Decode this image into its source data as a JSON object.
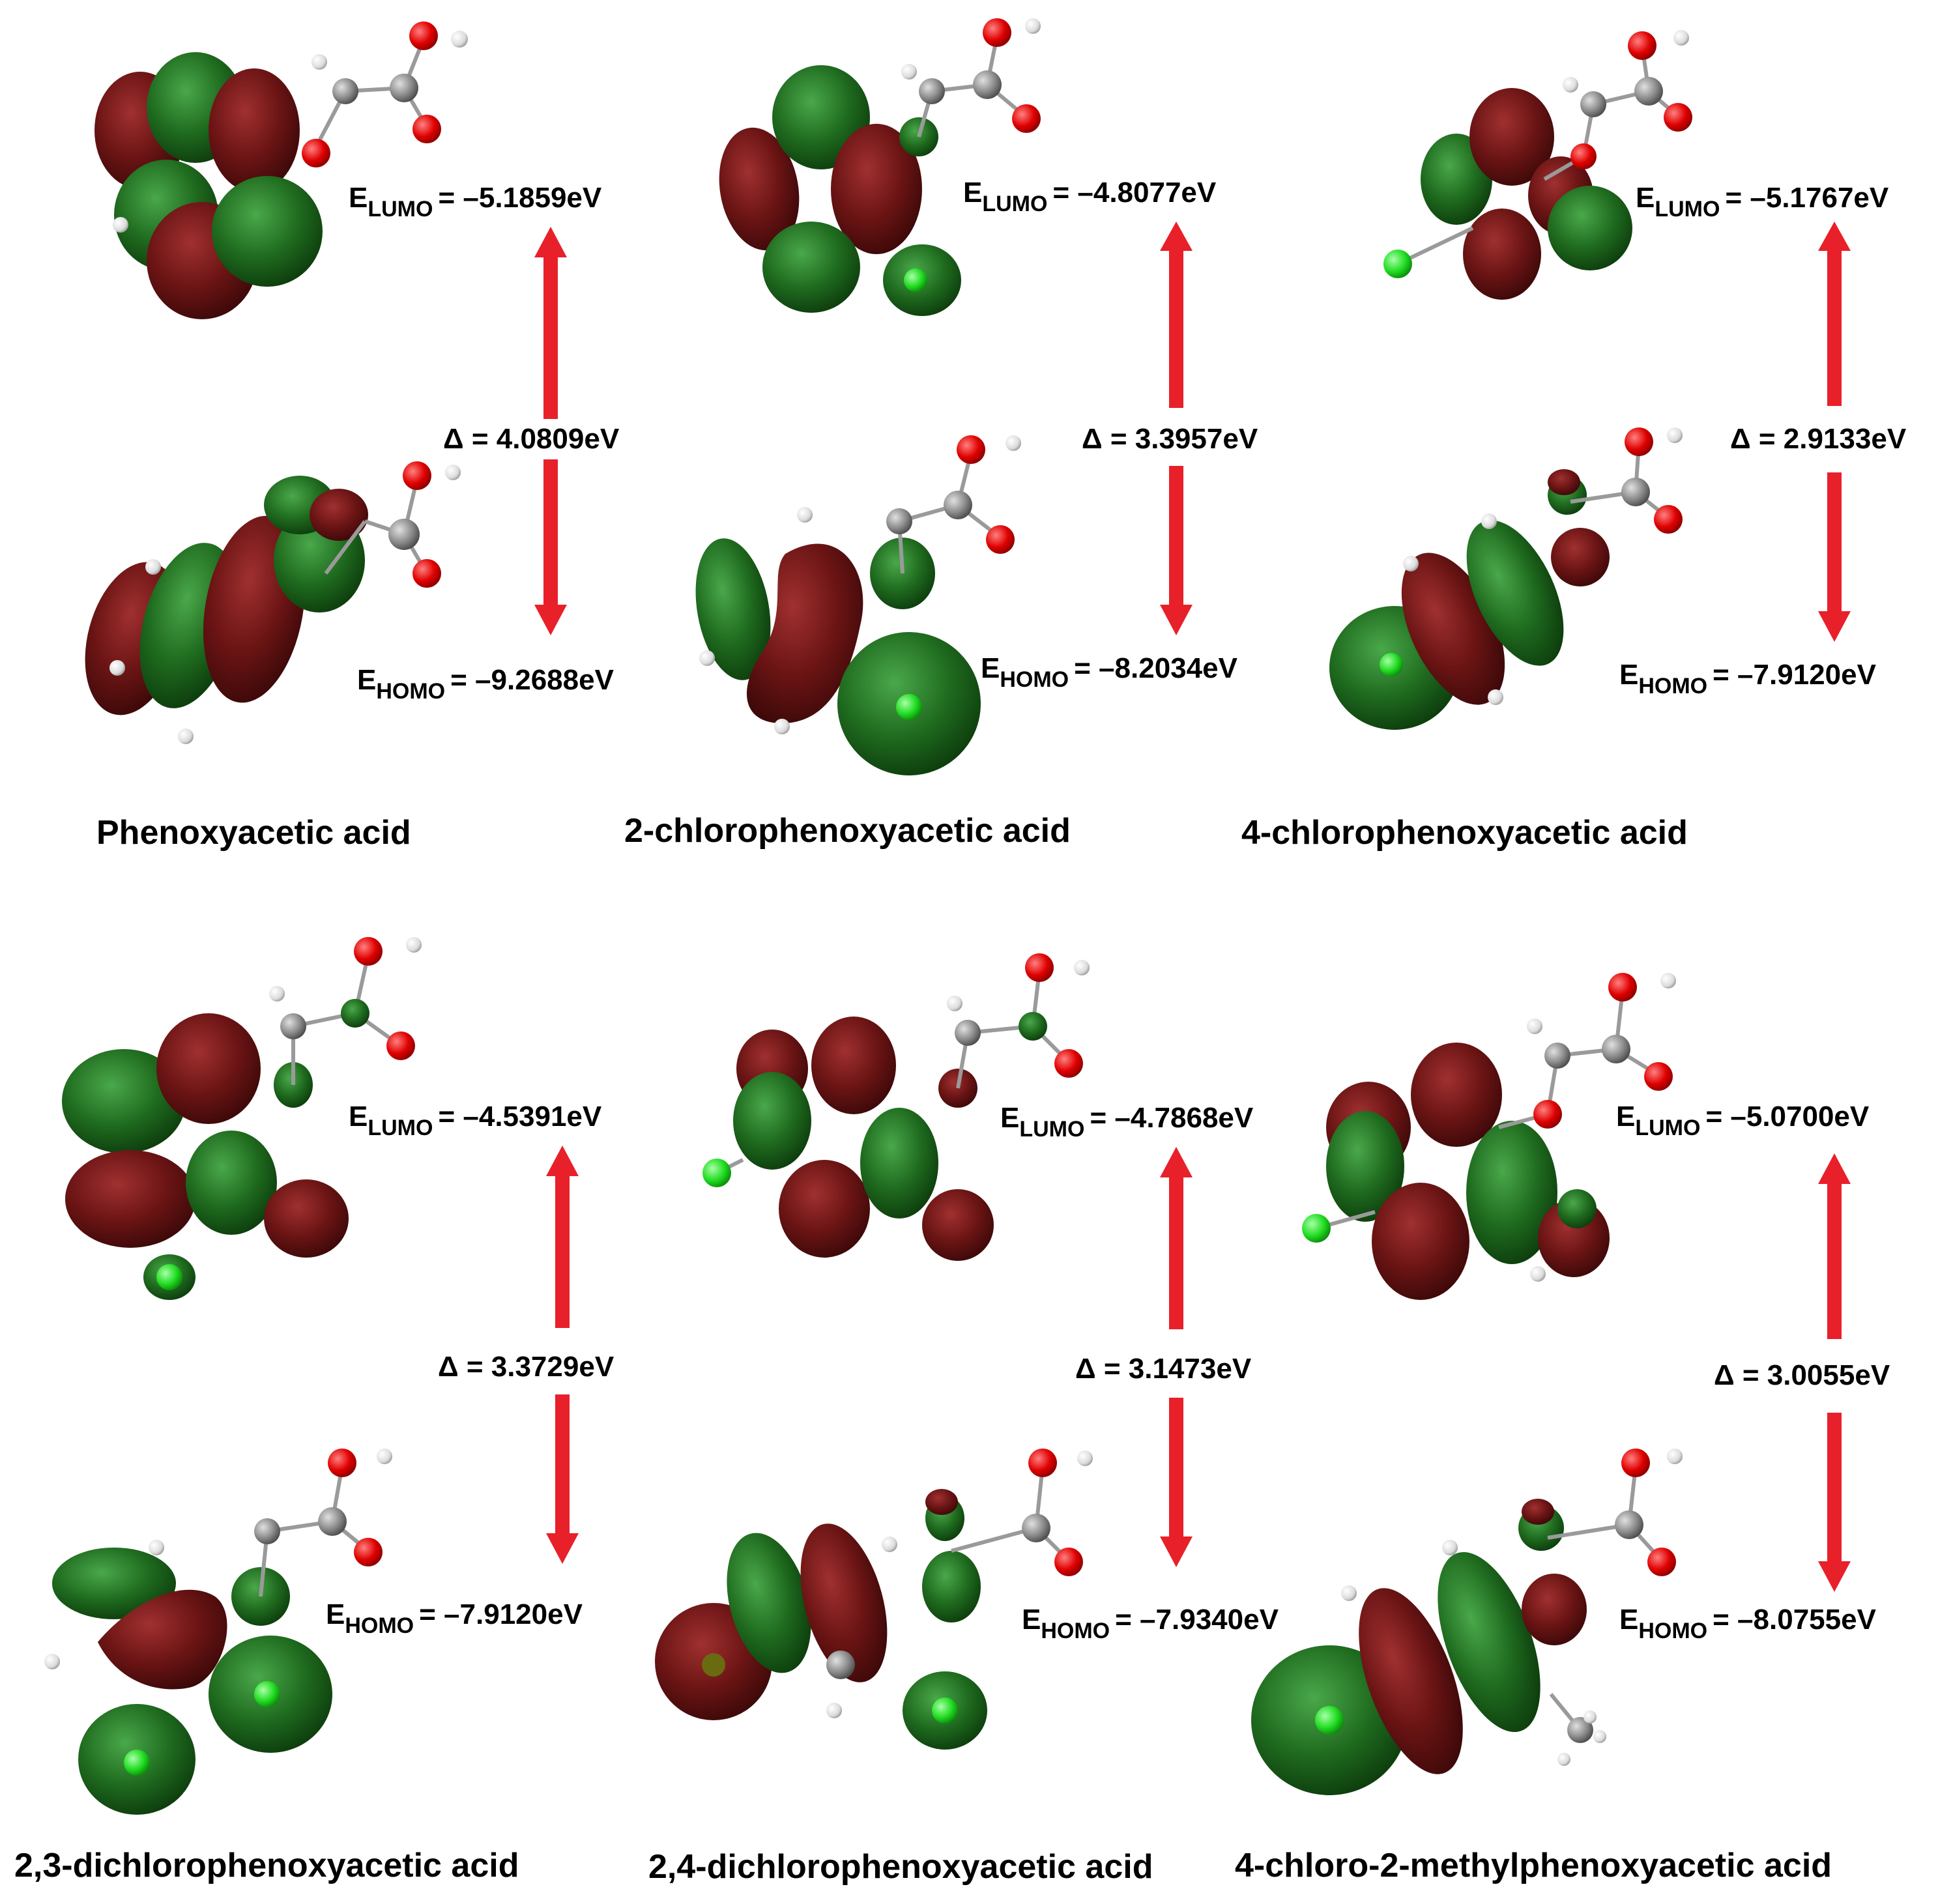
{
  "colors": {
    "orbital_positive": "#6b1414",
    "orbital_negative": "#1f6b1f",
    "arrow": "#e8202a",
    "carbon": "#8a8a8a",
    "oxygen": "#e00000",
    "hydrogen": "#e6e6e6",
    "chlorine": "#22dd22"
  },
  "molecules": [
    {
      "name": "Phenoxyacetic acid",
      "lumo_label": "E",
      "lumo_sub": "LUMO",
      "lumo_value": "= –5.1859eV",
      "delta": "Δ = 4.0809eV",
      "homo_label": "E",
      "homo_sub": "HOMO",
      "homo_value": "= –9.2688eV"
    },
    {
      "name": "2-chlorophenoxyacetic acid",
      "lumo_label": "E",
      "lumo_sub": "LUMO",
      "lumo_value": "= –4.8077eV",
      "delta": "Δ = 3.3957eV",
      "homo_label": "E",
      "homo_sub": "HOMO",
      "homo_value": "= –8.2034eV"
    },
    {
      "name": "4-chlorophenoxyacetic acid",
      "lumo_label": "E",
      "lumo_sub": "LUMO",
      "lumo_value": "= –5.1767eV",
      "delta": "Δ = 2.9133eV",
      "homo_label": "E",
      "homo_sub": "HOMO",
      "homo_value": "= –7.9120eV"
    },
    {
      "name": "2,3-dichlorophenoxyacetic acid",
      "lumo_label": "E",
      "lumo_sub": "LUMO",
      "lumo_value": "= –4.5391eV",
      "delta": "Δ = 3.3729eV",
      "homo_label": "E",
      "homo_sub": "HOMO",
      "homo_value": "= –7.9120eV"
    },
    {
      "name": "2,4-dichlorophenoxyacetic acid",
      "lumo_label": "E",
      "lumo_sub": "LUMO",
      "lumo_value": "= –4.7868eV",
      "delta": "Δ = 3.1473eV",
      "homo_label": "E",
      "homo_sub": "HOMO",
      "homo_value": "= –7.9340eV"
    },
    {
      "name": "4-chloro-2-methylphenoxyacetic acid",
      "lumo_label": "E",
      "lumo_sub": "LUMO",
      "lumo_value": "= –5.0700eV",
      "delta": "Δ = 3.0055eV",
      "homo_label": "E",
      "homo_sub": "HOMO",
      "homo_value": "= –8.0755eV"
    }
  ]
}
